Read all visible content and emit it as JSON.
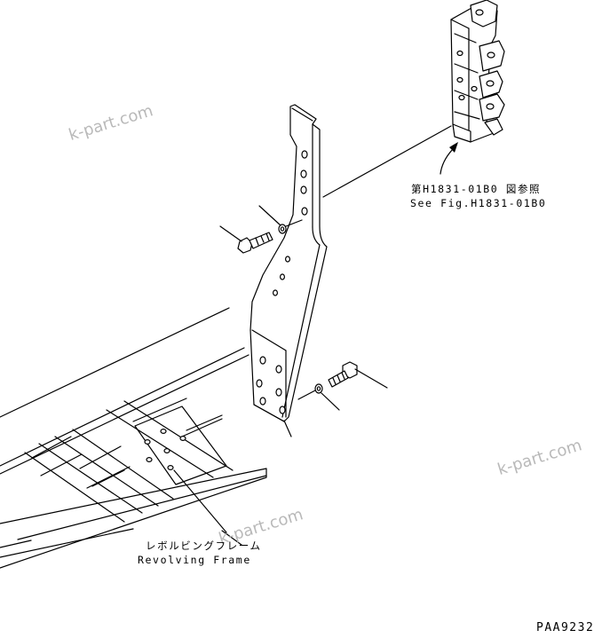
{
  "labels": {
    "ref_jp": "第H1831-01B0 図参照",
    "ref_en": "See Fig.H1831-01B0",
    "frame_jp": "レボルビングフレーム",
    "frame_en": "Revolving Frame",
    "drawing_code": "PAA9232"
  },
  "watermark": "k-part.com",
  "colors": {
    "line": "#000000",
    "background": "#ffffff",
    "watermark": "#b9b9b9"
  }
}
